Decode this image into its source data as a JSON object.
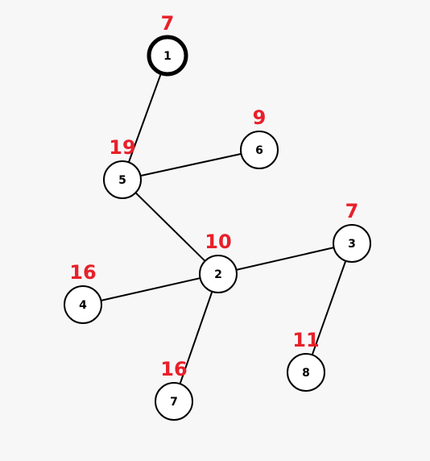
{
  "graph": {
    "root": "1",
    "colors": {
      "weight": "#e8202a",
      "edge": "#000000",
      "node_fill": "#ffffff",
      "node_stroke": "#000000"
    },
    "nodes": [
      {
        "id": "1",
        "label": "1",
        "weight": "7"
      },
      {
        "id": "5",
        "label": "5",
        "weight": "19"
      },
      {
        "id": "6",
        "label": "6",
        "weight": "9"
      },
      {
        "id": "2",
        "label": "2",
        "weight": "10"
      },
      {
        "id": "3",
        "label": "3",
        "weight": "7"
      },
      {
        "id": "4",
        "label": "4",
        "weight": "16"
      },
      {
        "id": "7",
        "label": "7",
        "weight": "16"
      },
      {
        "id": "8",
        "label": "8",
        "weight": "11"
      }
    ],
    "edges": [
      {
        "from": "1",
        "to": "5"
      },
      {
        "from": "5",
        "to": "6"
      },
      {
        "from": "5",
        "to": "2"
      },
      {
        "from": "2",
        "to": "3"
      },
      {
        "from": "2",
        "to": "4"
      },
      {
        "from": "2",
        "to": "7"
      },
      {
        "from": "3",
        "to": "8"
      }
    ]
  }
}
